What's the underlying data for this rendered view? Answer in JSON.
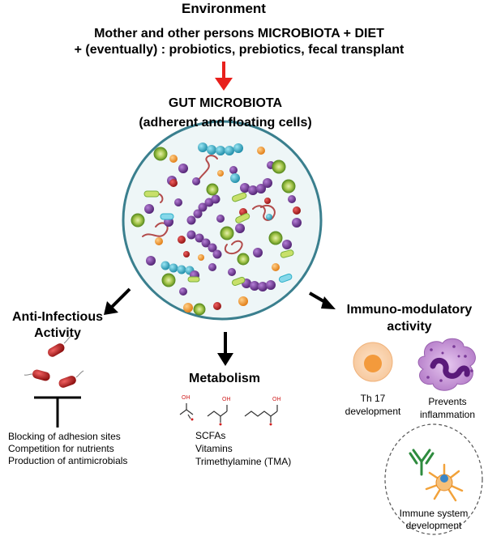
{
  "header": {
    "environment": "Environment",
    "line1": "Mother and other persons MICROBIOTA + DIET",
    "line2": "+ (eventually) : probiotics, prebiotics, fecal transplant"
  },
  "gut": {
    "title": "GUT MICROBIOTA",
    "subtitle": "(adherent and floating cells)"
  },
  "anti_infectious": {
    "title_line1": "Anti-Infectious",
    "title_line2": "Activity",
    "items": [
      "Blocking of adhesion sites",
      "Competition for nutrients",
      "Production of antimicrobials"
    ]
  },
  "metabolism": {
    "title": "Metabolism",
    "chem_label": "OH",
    "items": [
      "SCFAs",
      "Vitamins",
      "Trimethylamine (TMA)"
    ]
  },
  "immuno": {
    "title_line1": "Immuno-modulatory",
    "title_line2": "activity",
    "th17_line1": "Th 17",
    "th17_line2": "development",
    "prevents_line1": "Prevents",
    "prevents_line2": "inflammation",
    "immune_line1": "Immune system",
    "immune_line2": "development"
  },
  "colors": {
    "red_arrow": "#e8201c",
    "circle_border": "#3a7f8e",
    "circle_fill": "#eef6f7",
    "purple": "#6a2f8e",
    "green": "#7bb03a",
    "orange": "#f29a2b",
    "red": "#c0282a",
    "cyan": "#2fb0c8",
    "worm": "#b24b4b"
  }
}
